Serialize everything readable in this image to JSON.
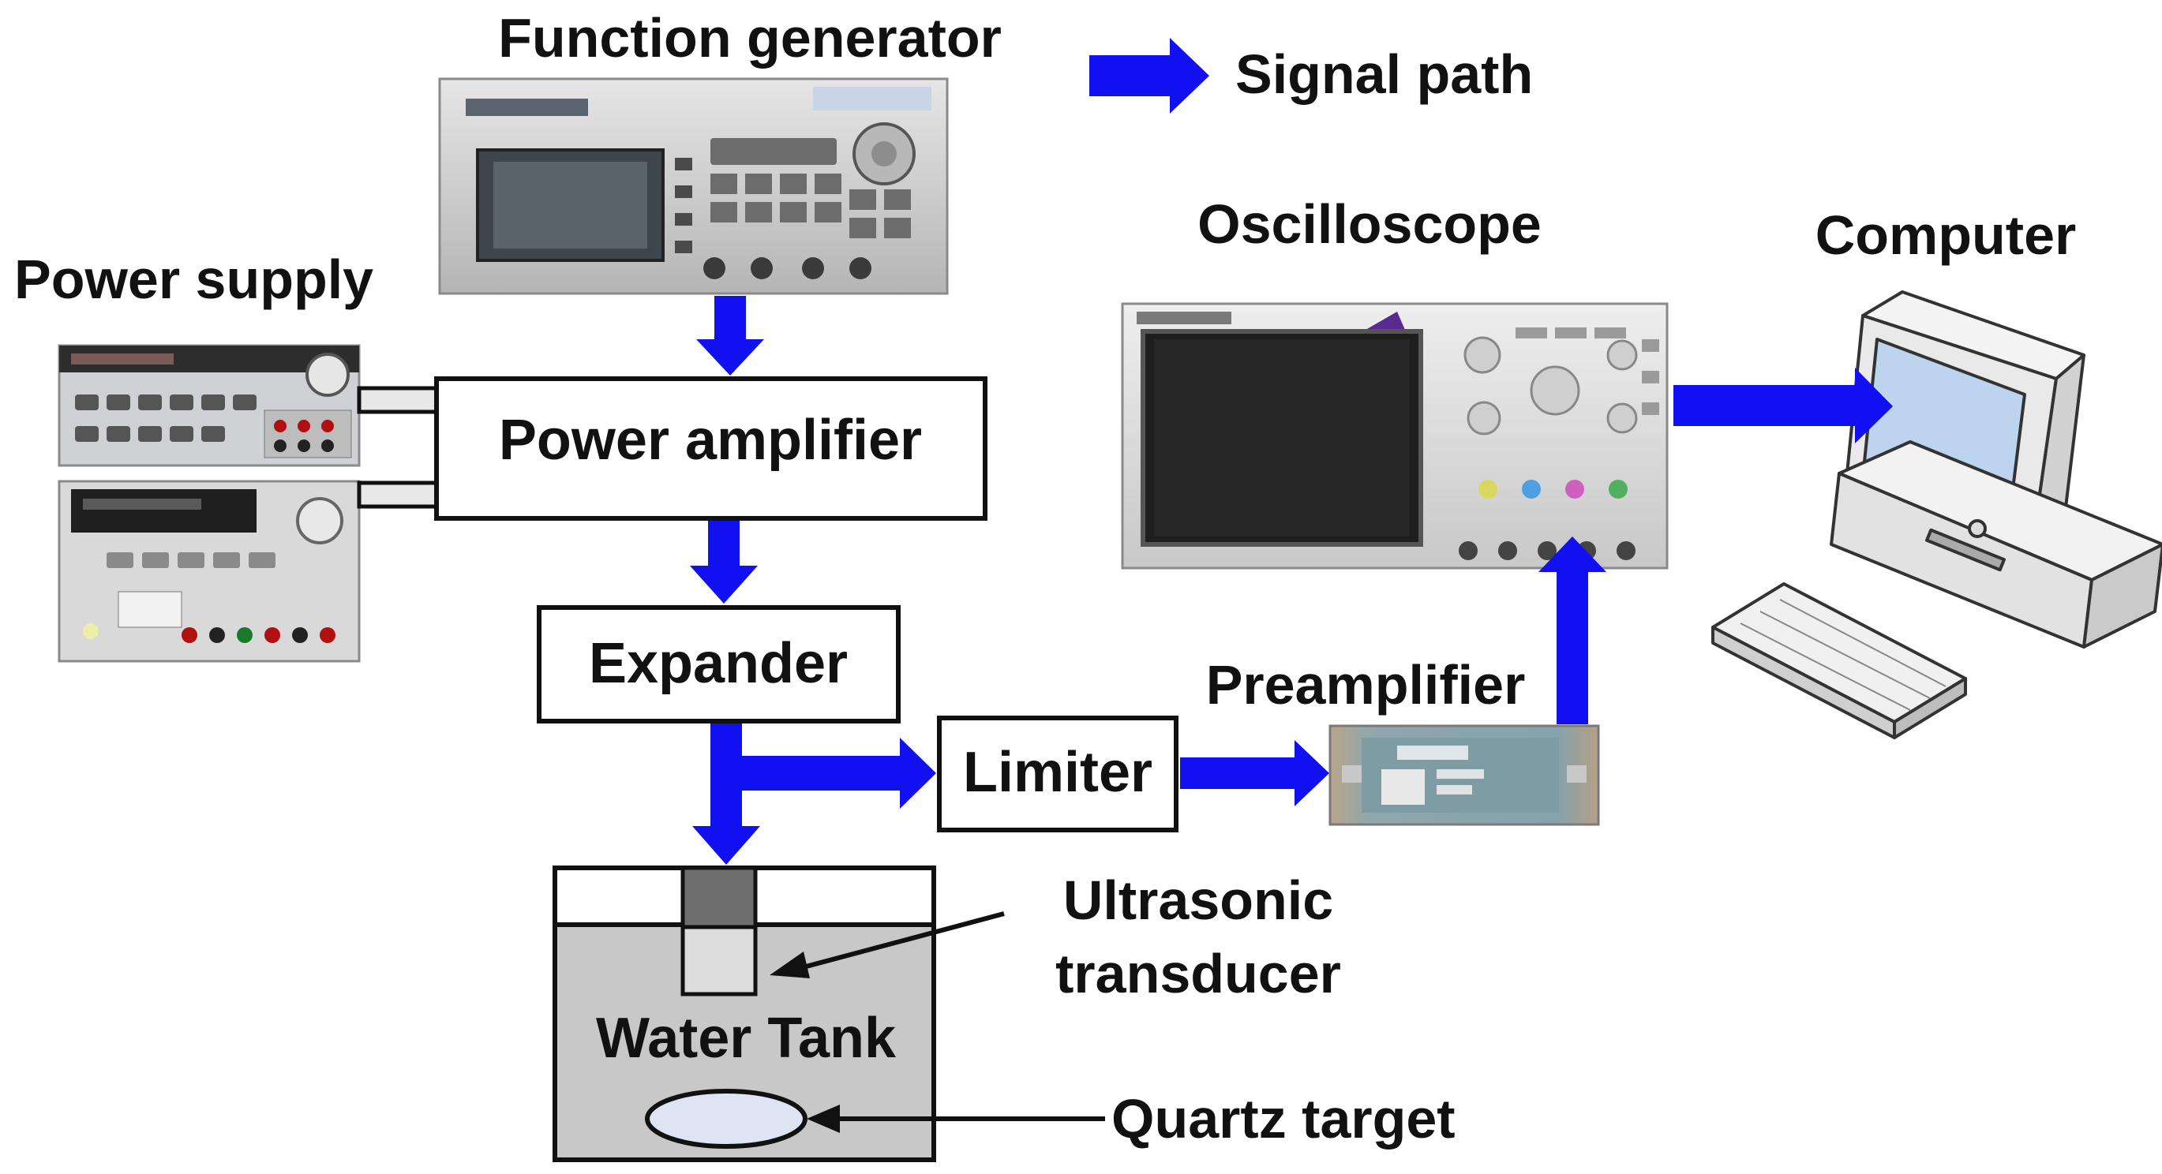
{
  "labels": {
    "function_generator": "Function generator",
    "signal_path": "Signal path",
    "power_supply": "Power supply",
    "oscilloscope": "Oscilloscope",
    "computer": "Computer",
    "power_amplifier": "Power amplifier",
    "expander": "Expander",
    "limiter": "Limiter",
    "preamplifier": "Preamplifier",
    "ultrasonic": "Ultrasonic",
    "transducer": "transducer",
    "water_tank": "Water Tank",
    "quartz_target": "Quartz target"
  },
  "colors": {
    "signal_arrow": "#1010f0",
    "box_border": "#111111",
    "tank_water": "#c8c8c8",
    "transducer_top": "#6e6e6e",
    "transducer_bottom": "#dcdcdc",
    "quartz_fill": "#dde4f2",
    "computer_screen": "#bcd4ee"
  },
  "icons": {
    "function_generator": "function-generator-photo",
    "power_supply": "power-supply-photo",
    "oscilloscope": "oscilloscope-photo",
    "preamplifier": "preamplifier-photo",
    "computer": "computer-icon"
  }
}
